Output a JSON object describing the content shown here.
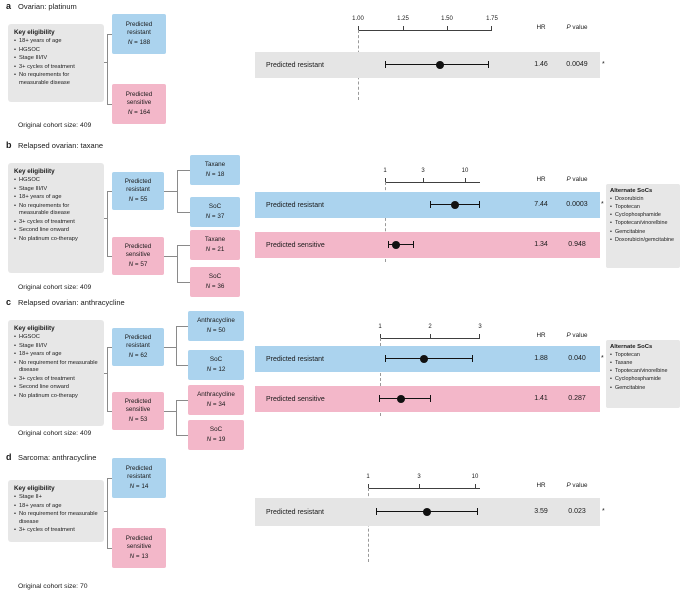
{
  "colors": {
    "blue": "#abd3ee",
    "pink": "#f3b7c9",
    "gray_box": "#e7e7e7",
    "gray_band": "#e5e5e5"
  },
  "panels": [
    {
      "letter": "a",
      "title": "Ovarian: platinum",
      "eligibility": {
        "title": "Key eligibility",
        "items": [
          "18+ years of age",
          "HGSOC",
          "Stage III/IV",
          "3+ cycles of treatment",
          "No requirements for measurable disease"
        ]
      },
      "groups": [
        {
          "name": "Predicted resistant",
          "n": "N = 188"
        },
        {
          "name": "Predicted sensitive",
          "n": "N = 164"
        }
      ],
      "forest": {
        "ticks": [
          "1.00",
          "1.25",
          "1.50",
          "1.75"
        ],
        "hr_header": "HR",
        "p_header": "P value",
        "rows": [
          {
            "label": "Predicted resistant",
            "hr": "1.46",
            "p": "0.0049",
            "star": "*"
          }
        ]
      },
      "cohort": "Original cohort size: 409"
    },
    {
      "letter": "b",
      "title": "Relapsed ovarian: taxane",
      "eligibility": {
        "title": "Key eligibility",
        "items": [
          "HGSOC",
          "Stage III/IV",
          "18+ years of age",
          "No requirements for measurable disease",
          "3+ cycles of treatment",
          "Second line onward",
          "No platinum co-therapy"
        ]
      },
      "groups": [
        {
          "name": "Predicted resistant",
          "n": "N = 55"
        },
        {
          "name": "Predicted sensitive",
          "n": "N = 57"
        }
      ],
      "subgroups": [
        {
          "label": "Taxane",
          "n": "N = 18"
        },
        {
          "label": "SoC",
          "n": "N = 37"
        },
        {
          "label": "Taxane",
          "n": "N = 21"
        },
        {
          "label": "SoC",
          "n": "N = 36"
        }
      ],
      "forest": {
        "ticks": [
          "1",
          "3",
          "10"
        ],
        "hr_header": "HR",
        "p_header": "P value",
        "rows": [
          {
            "label": "Predicted resistant",
            "hr": "7.44",
            "p": "0.0003",
            "star": "*"
          },
          {
            "label": "Predicted sensitive",
            "hr": "1.34",
            "p": "0.948",
            "star": ""
          }
        ]
      },
      "alternate_socs": {
        "title": "Alternate SoCs",
        "items": [
          "Doxorubicin",
          "Topotecan",
          "Cyclophosphamide",
          "Topotecan/vinorelbine",
          "Gemcitabine",
          "Doxorubicin/gemcitabine"
        ]
      },
      "cohort": "Original cohort size: 409"
    },
    {
      "letter": "c",
      "title": "Relapsed ovarian: anthracycline",
      "eligibility": {
        "title": "Key eligibility",
        "items": [
          "HGSOC",
          "Stage III/IV",
          "18+ years of age",
          "No requirement for measurable disease",
          "3+ cycles of treatment",
          "Second line onward",
          "No platinum co-therapy"
        ]
      },
      "groups": [
        {
          "name": "Predicted resistant",
          "n": "N = 62"
        },
        {
          "name": "Predicted sensitive",
          "n": "N = 53"
        }
      ],
      "subgroups": [
        {
          "label": "Anthracycline",
          "n": "N = 50"
        },
        {
          "label": "SoC",
          "n": "N = 12"
        },
        {
          "label": "Anthracycline",
          "n": "N = 34"
        },
        {
          "label": "SoC",
          "n": "N = 19"
        }
      ],
      "forest": {
        "ticks": [
          "1",
          "2",
          "3"
        ],
        "hr_header": "HR",
        "p_header": "P value",
        "rows": [
          {
            "label": "Predicted resistant",
            "hr": "1.88",
            "p": "0.040",
            "star": "*"
          },
          {
            "label": "Predicted sensitive",
            "hr": "1.41",
            "p": "0.287",
            "star": ""
          }
        ]
      },
      "alternate_socs": {
        "title": "Alternate SoCs",
        "items": [
          "Topotecan",
          "Taxane",
          "Topotecan/vinorelbine",
          "Cyclophosphamide",
          "Gemcitabine"
        ]
      },
      "cohort": "Original cohort size: 409"
    },
    {
      "letter": "d",
      "title": "Sarcoma: anthracycline",
      "eligibility": {
        "title": "Key eligibility",
        "items": [
          "Stage II+",
          "18+ years of age",
          "No requirement for measurable disease",
          "3+ cycles of treatment"
        ]
      },
      "groups": [
        {
          "name": "Predicted resistant",
          "n": "N = 14"
        },
        {
          "name": "Predicted sensitive",
          "n": "N = 13"
        }
      ],
      "forest": {
        "ticks": [
          "1",
          "3",
          "10"
        ],
        "hr_header": "HR",
        "p_header": "P value",
        "rows": [
          {
            "label": "Predicted resistant",
            "hr": "3.59",
            "p": "0.023",
            "star": "*"
          }
        ]
      },
      "cohort": "Original cohort size: 70"
    }
  ],
  "chart_data": [
    {
      "type": "forest",
      "title": "Ovarian: platinum",
      "scale": "linear",
      "xticks": [
        1.0,
        1.25,
        1.5,
        1.75
      ],
      "reference_line": 1.0,
      "columns": [
        "HR",
        "P value"
      ],
      "rows": [
        {
          "label": "Predicted resistant",
          "hr": 1.46,
          "ci": [
            1.15,
            1.74
          ],
          "p_value": 0.0049,
          "significant": true
        }
      ]
    },
    {
      "type": "forest",
      "title": "Relapsed ovarian: taxane",
      "scale": "log",
      "xticks": [
        1,
        3,
        10
      ],
      "reference_line": 1.0,
      "columns": [
        "HR",
        "P value"
      ],
      "rows": [
        {
          "label": "Predicted resistant",
          "hr": 7.44,
          "ci": [
            3.6,
            15.5
          ],
          "p_value": 0.0003,
          "significant": true
        },
        {
          "label": "Predicted sensitive",
          "hr": 1.34,
          "ci": [
            1.1,
            2.3
          ],
          "p_value": 0.948,
          "significant": false
        }
      ]
    },
    {
      "type": "forest",
      "title": "Relapsed ovarian: anthracycline",
      "scale": "linear",
      "xticks": [
        1,
        2,
        3
      ],
      "reference_line": 1.0,
      "columns": [
        "HR",
        "P value"
      ],
      "rows": [
        {
          "label": "Predicted resistant",
          "hr": 1.88,
          "ci": [
            1.1,
            2.85
          ],
          "p_value": 0.04,
          "significant": true
        },
        {
          "label": "Predicted sensitive",
          "hr": 1.41,
          "ci": [
            0.98,
            2.0
          ],
          "p_value": 0.287,
          "significant": false
        }
      ]
    },
    {
      "type": "forest",
      "title": "Sarcoma: anthracycline",
      "scale": "log",
      "xticks": [
        1,
        3,
        10
      ],
      "reference_line": 1.0,
      "columns": [
        "HR",
        "P value"
      ],
      "rows": [
        {
          "label": "Predicted resistant",
          "hr": 3.59,
          "ci": [
            1.2,
            10.5
          ],
          "p_value": 0.023,
          "significant": true
        }
      ]
    }
  ]
}
